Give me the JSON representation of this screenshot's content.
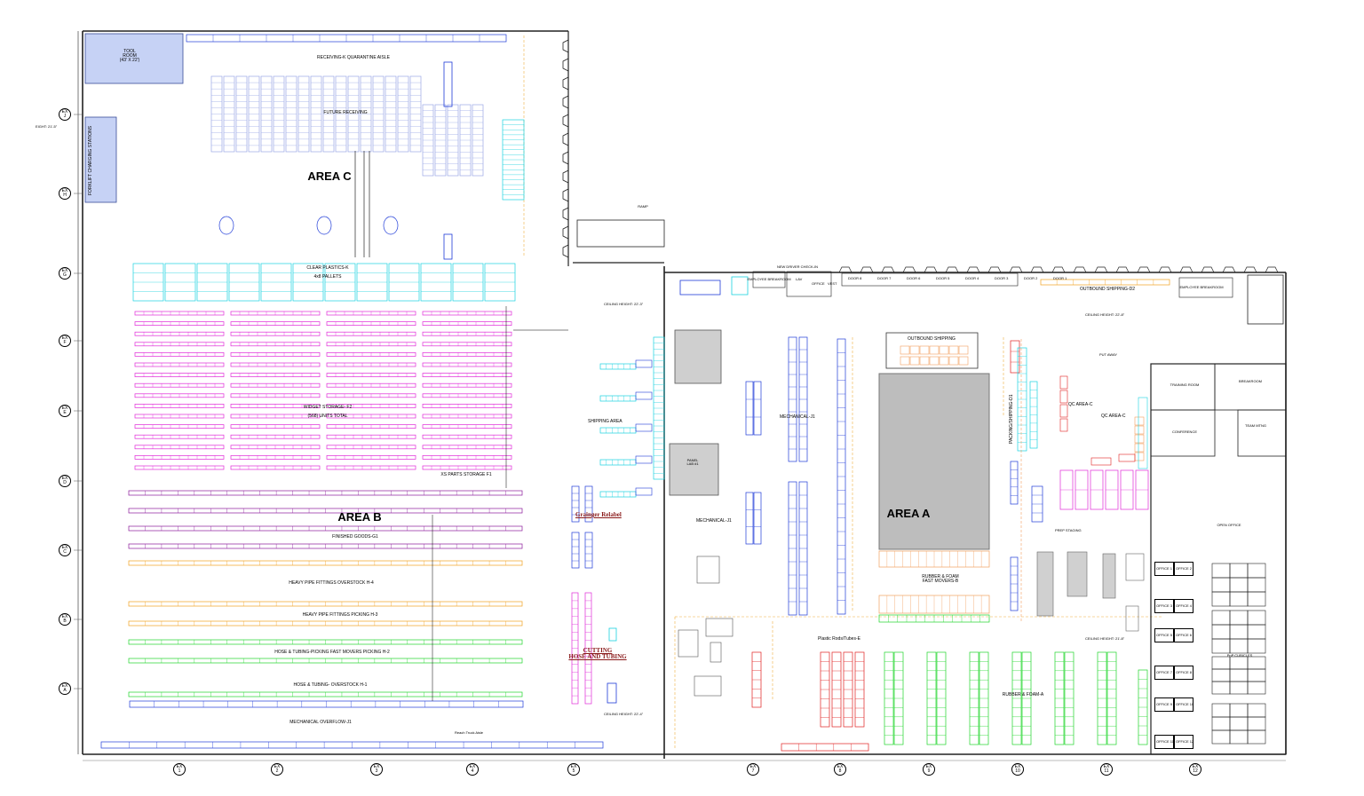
{
  "labels": {
    "tool_room": "TOOL\nROOM\n(43' X 22')",
    "forklift": "FORKLIFT CHARGING STATIONS",
    "eight": "EIGHT: 21'-5\"",
    "receiving_quarantine": "RECEIVING-K QUARANTINE AISLE",
    "future_receiving": "FUTURE RECEIVING",
    "area_c": "AREA C",
    "ramp": "RAMP",
    "clear_plastics": "CLEAR PLASTICS-K",
    "pallets": "4x8 PALLETS",
    "widget_storage": "WIDGET STORAGE- F2",
    "units_total": "(568) UNITS TOTAL",
    "xs_parts": "XS PARTS STORAGE F1",
    "area_b": "AREA B",
    "finished_goods": "FINISHED GOODS-G1",
    "heavy_overstock": "HEAVY PIPE FITTINGS OVERSTOCK H-4",
    "heavy_picking": "HEAVY PIPE FITTINGS PICKING H-3",
    "hose_fast": "HOSE & TUBING-PICKING FAST MOVERS PICKING H-2",
    "hose_overstock": "HOSE & TUBING- OVERSTOCK H-1",
    "mech_overflow": "MECHANICAL OVERFLOW-J1",
    "reach_truck": "Reach Truck Aisle",
    "ceiling_1": "CEILING HEIGHT: 22'-3\"",
    "ceiling_2": "CEILING HEIGHT: 22'-4\"",
    "ceiling_3": "CEILING HEIGHT: 22'-8\"",
    "ceiling_4": "CEILING HEIGHT: 21'-8\"",
    "shipping_area": "SHIPPING AREA",
    "grainger": "Grainger Relabel",
    "cutting": "CUTTING\nHOSE AND TUBING",
    "panel_1": "PANEL\nLAB #1",
    "mech_j1_a": "MECHANICAL-J1",
    "mech_j1_b": "MECHANICAL-J1",
    "outbound_shipping": "OUTBOUND SHIPPING",
    "area_a": "AREA A",
    "rubber_foam_fast": "RUBBER & FOAM\nFAST MOVERS-B",
    "plastic_rods": "Plastic Rods/Tubes-E",
    "rubber_foam_a": "RUBBER & FOAM-A",
    "outbound_d2": "OUTBOUND SHIPPING-D2",
    "packing_shipping": "PACKING/SHIPPING-D1",
    "qc_area_c1": "QC AREA-C",
    "qc_area_c2": "QC AREA-C",
    "put_away": "PUT AWAY",
    "prep_staging": "PREP STAGING",
    "training_room": "TRAINING ROOM",
    "breakroom": "BREAKROOM",
    "conference": "CONFERENCE",
    "team_mtng": "TEAM MTNG",
    "open_office": "OPEN OFFICE",
    "pnp_cubicles": "PnP CUBICLES",
    "employee_breakroom": "EMPLOYEE BREAKROOM",
    "new_driver": "NEW DRIVER CHECK-IN",
    "lav": "LAV",
    "office": "OFFICE",
    "vest": "VEST"
  },
  "offices": [
    "OFFICE 1",
    "OFFICE 2",
    "OFFICE 3",
    "OFFICE 4",
    "OFFICE 5",
    "OFFICE 6",
    "OFFICE 7",
    "OFFICE 8",
    "OFFICE 9",
    "OFFICE 10",
    "OFFICE 11",
    "OFFICE 12"
  ],
  "doors": [
    "DOOR 8",
    "DOOR 7",
    "DOOR 6",
    "DOOR 5",
    "DOOR 4",
    "DOOR 3",
    "DOOR 2",
    "DOOR 1"
  ],
  "grid_rows": [
    {
      "col": "EX",
      "row": "J"
    },
    {
      "col": "EX",
      "row": "H"
    },
    {
      "col": "EX",
      "row": "G"
    },
    {
      "col": "EX",
      "row": "F"
    },
    {
      "col": "EX",
      "row": "E"
    },
    {
      "col": "EX",
      "row": "D"
    },
    {
      "col": "EX",
      "row": "C"
    },
    {
      "col": "EX",
      "row": "B"
    },
    {
      "col": "EX",
      "row": "A"
    }
  ],
  "grid_cols": [
    {
      "col": "EX",
      "num": "1"
    },
    {
      "col": "EX",
      "num": "2"
    },
    {
      "col": "EX",
      "num": "3"
    },
    {
      "col": "EX",
      "num": "4"
    },
    {
      "col": "EX",
      "num": "5"
    },
    {
      "col": "EX",
      "num": "7"
    },
    {
      "col": "EX",
      "num": "8"
    },
    {
      "col": "EX",
      "num": "9"
    },
    {
      "col": "EX",
      "num": "10"
    },
    {
      "col": "EX",
      "num": "11"
    },
    {
      "col": "EX",
      "num": "12"
    }
  ],
  "colors": {
    "wall": "#222222",
    "blue": "#1f3bd8",
    "cyan": "#19d2e0",
    "magenta": "#e028d8",
    "purple": "#8a1a9a",
    "orange": "#f0a020",
    "green": "#1fd62a",
    "red": "#e02020",
    "grey": "#b8b8b8",
    "lightblue": "#c6d2f5",
    "paleorange": "#f2a060",
    "dash": "#f0b040"
  }
}
